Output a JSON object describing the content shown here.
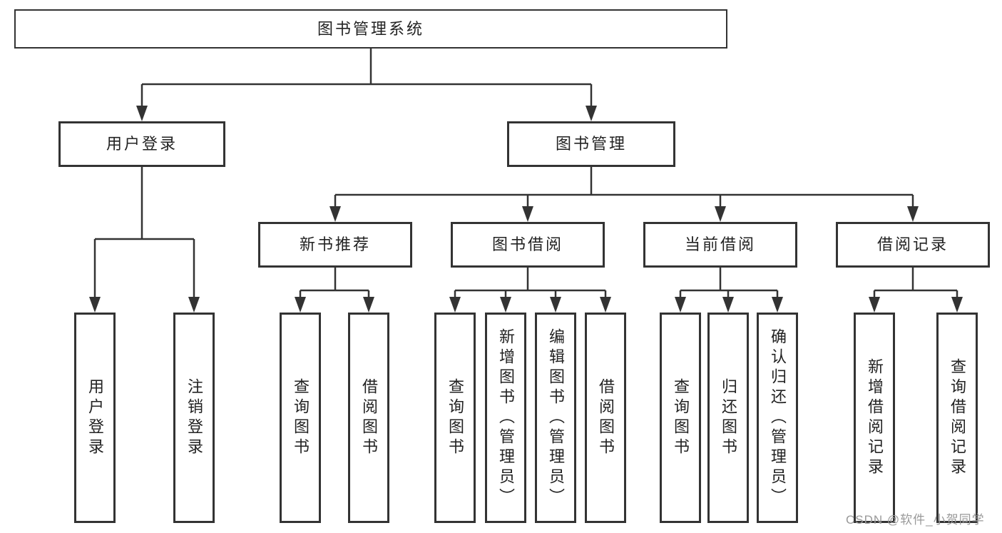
{
  "watermark": "CSDN @软件_小贺同学",
  "colors": {
    "line": "#333333",
    "box_border": "#333333",
    "text": "#222222",
    "watermark": "#999999",
    "background": "#ffffff"
  },
  "nodes": {
    "root": {
      "label": "图书管理系统"
    },
    "user_login": {
      "label": "用户登录"
    },
    "book_mgmt": {
      "label": "图书管理"
    },
    "new_book_rec": {
      "label": "新书推荐"
    },
    "book_borrow": {
      "label": "图书借阅"
    },
    "current_borrow": {
      "label": "当前借阅"
    },
    "borrow_record": {
      "label": "借阅记录"
    },
    "leaf_user_login": {
      "label": "用户登录"
    },
    "leaf_logout": {
      "label": "注销登录"
    },
    "leaf_query_book_1": {
      "label": "查询图书"
    },
    "leaf_borrow_book_1": {
      "label": "借阅图书"
    },
    "leaf_query_book_2": {
      "label": "查询图书"
    },
    "leaf_add_book": {
      "label": "新增图书（管理员）"
    },
    "leaf_edit_book": {
      "label": "编辑图书（管理员）"
    },
    "leaf_borrow_book_2": {
      "label": "借阅图书"
    },
    "leaf_query_book_3": {
      "label": "查询图书"
    },
    "leaf_return_book": {
      "label": "归还图书"
    },
    "leaf_confirm_return": {
      "label": "确认归还（管理员）"
    },
    "leaf_add_record": {
      "label": "新增借阅记录"
    },
    "leaf_query_record": {
      "label": "查询借阅记录"
    }
  }
}
